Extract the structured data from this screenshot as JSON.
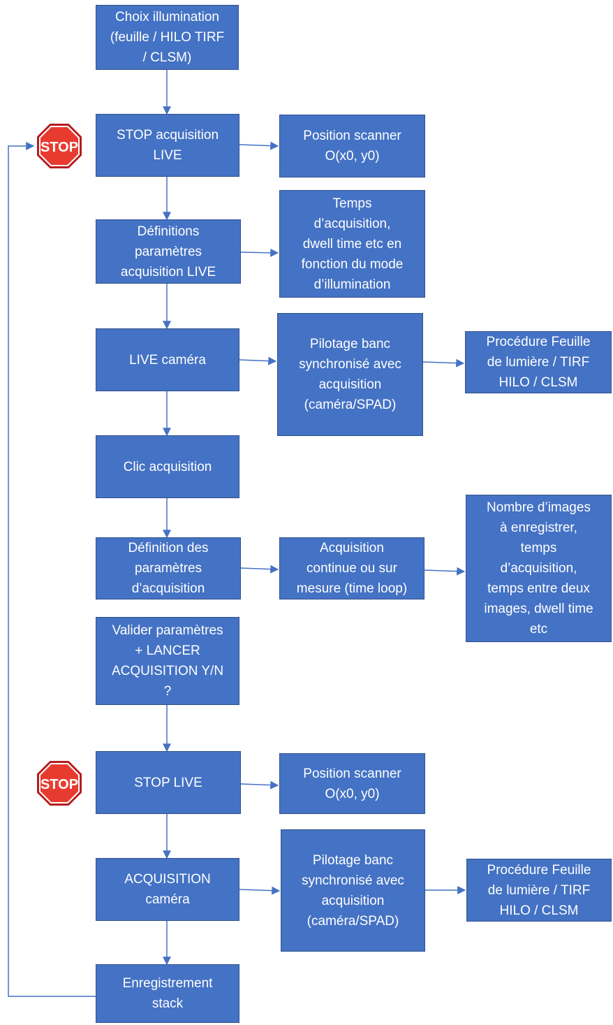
{
  "colors": {
    "box_fill": "#4472C4",
    "box_border": "#2F528F",
    "box_text": "#FFFFFF",
    "arrow": "#4472C4",
    "stop_fill": "#E83B2F"
  },
  "diagram": {
    "nodes": {
      "choix": "Choix illumination\n(feuille / HILO TIRF\n/ CLSM)",
      "stop_acq": "STOP acquisition\nLIVE",
      "pos1": "Position scanner\nO(x0, y0)",
      "defs_live": "Définitions\nparamètres\nacquisition LIVE",
      "temps": "Temps\nd’acquisition,\ndwell time etc  en\nfonction du mode\nd’illumination",
      "live_cam": "LIVE caméra",
      "pilot1": "Pilotage banc\nsynchronisé avec\nacquisition\n(caméra/SPAD)",
      "proc1": "Procédure Feuille\nde lumière / TIRF\nHILO / CLSM",
      "clic": "Clic acquisition",
      "def_params": "Définition  des\nparamètres\nd’acquisition",
      "acq_cont": "Acquisition\ncontinue ou sur\nmesure (time loop)",
      "nombre": "Nombre d’images\nà enregistrer,\ntemps\nd’acquisition,\ntemps entre deux\nimages, dwell time\netc",
      "valider": "Valider paramètres\n+ LANCER\nACQUISITION Y/N\n?",
      "stop_live": "STOP LIVE",
      "pos2": "Position scanner\nO(x0, y0)",
      "acq_cam": "ACQUISITION\ncaméra",
      "pilot2": "Pilotage banc\nsynchronisé avec\nacquisition\n(caméra/SPAD)",
      "proc2": "Procédure Feuille\nde lumière / TIRF\nHILO / CLSM",
      "enreg": "Enregistrement\nstack"
    },
    "stop_signs": {
      "stop1": "STOP",
      "stop2": "STOP"
    },
    "edges": [
      {
        "from": "choix",
        "to": "stop_acq"
      },
      {
        "from": "stop_acq",
        "to": "pos1"
      },
      {
        "from": "stop_acq",
        "to": "defs_live"
      },
      {
        "from": "defs_live",
        "to": "temps"
      },
      {
        "from": "defs_live",
        "to": "live_cam"
      },
      {
        "from": "live_cam",
        "to": "pilot1"
      },
      {
        "from": "pilot1",
        "to": "proc1"
      },
      {
        "from": "live_cam",
        "to": "clic"
      },
      {
        "from": "clic",
        "to": "def_params"
      },
      {
        "from": "def_params",
        "to": "acq_cont"
      },
      {
        "from": "acq_cont",
        "to": "nombre"
      },
      {
        "from": "valider",
        "to": "stop_live"
      },
      {
        "from": "stop_live",
        "to": "pos2"
      },
      {
        "from": "stop_live",
        "to": "acq_cam"
      },
      {
        "from": "acq_cam",
        "to": "pilot2"
      },
      {
        "from": "pilot2",
        "to": "proc2"
      },
      {
        "from": "acq_cam",
        "to": "enreg"
      },
      {
        "from": "enreg",
        "to": "stop1"
      }
    ]
  }
}
